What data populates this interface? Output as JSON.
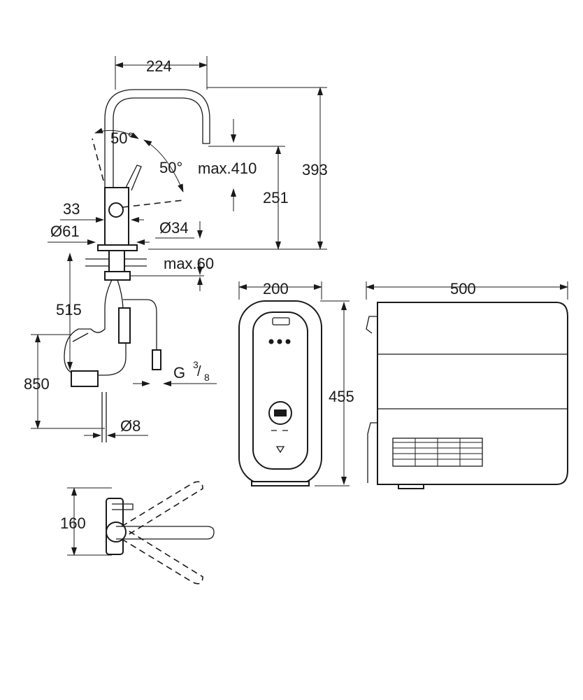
{
  "dimensions": {
    "faucet_width": "224",
    "swivel_angle_1": "50°",
    "swivel_angle_2": "50°",
    "max_spout_height": "max.410",
    "total_height": "393",
    "spout_height": "251",
    "lever_offset": "33",
    "base_diameter": "Ø61",
    "hole_diameter": "Ø34",
    "max_deck_thickness": "max.60",
    "hose_length": "515",
    "supply_length": "850",
    "thread_g": "G",
    "thread_num": "3",
    "thread_den": "8",
    "tube_diameter": "Ø8",
    "lever_range": "160",
    "unit_width": "200",
    "unit_height": "455",
    "unit_depth": "500"
  },
  "views": {
    "faucet": "faucet-side-view",
    "chiller_front": "chiller-front-view",
    "chiller_side": "chiller-side-view",
    "lever_top": "lever-top-view"
  }
}
